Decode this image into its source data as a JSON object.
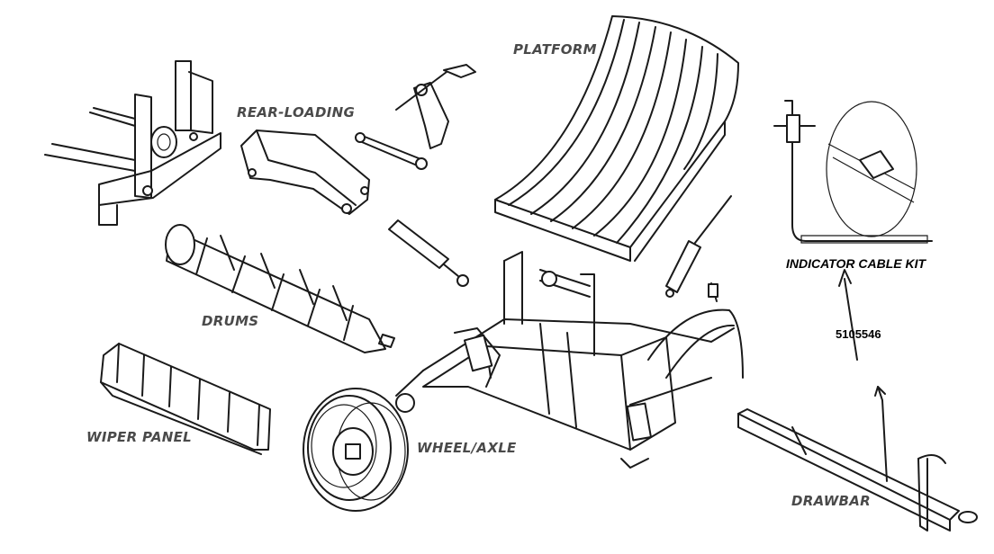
{
  "labels": {
    "platform": "PLATFORM",
    "rear_loading": "REAR-LOADING",
    "drums": "DRUMS",
    "wiper_panel": "WIPER PANEL",
    "wheel_axle": "WHEEL/AXLE",
    "drawbar": "DRAWBAR"
  },
  "callout": {
    "kit_name": "INDICATOR CABLE KIT",
    "part_number": "5105546"
  }
}
